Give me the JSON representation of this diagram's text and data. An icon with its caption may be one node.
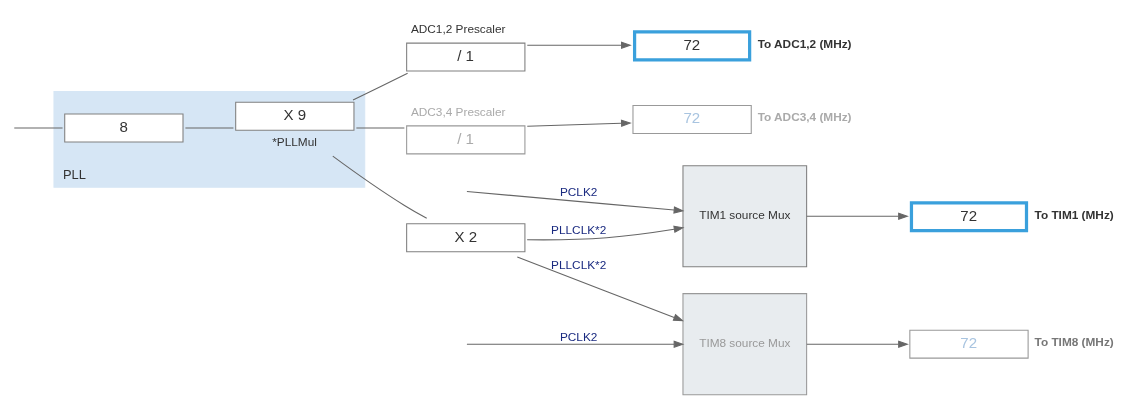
{
  "diagram": {
    "nodes": [
      {
        "text": [
          "PLL"
        ]
      },
      {
        "text": [
          "8"
        ],
        "in": 0
      },
      {
        "text": [
          "X 9"
        ],
        "in": 0,
        "beside": [
          "*PLLMul"
        ]
      },
      {
        "text": [
          "ADC1,2 Prescaler",
          "/ 1"
        ]
      },
      {
        "text": [
          "72"
        ],
        "beside": [
          "To ADC1,2 (MHz)"
        ]
      },
      {
        "text": [
          "ADC3,4 Prescaler",
          "/ 1"
        ]
      },
      {
        "text": [
          "72"
        ],
        "beside": [
          "To ADC3,4 (MHz)"
        ]
      },
      {
        "text": [
          "X 2"
        ]
      },
      {
        "text": [
          "TIM1 source Mux"
        ]
      },
      {
        "text": [
          "72"
        ],
        "beside": [
          "To TIM1 (MHz)"
        ]
      },
      {
        "text": [
          "TIM8 source Mux"
        ]
      },
      {
        "text": [
          "72"
        ],
        "beside": [
          "To TIM8 (MHz)"
        ]
      }
    ],
    "edges": [
      {
        "from": null,
        "to": 1,
        "arrow": "none"
      },
      {
        "from": 1,
        "to": 2,
        "arrow": "none"
      },
      {
        "from": 2,
        "to": 3,
        "arrow": "none"
      },
      {
        "from": 2,
        "to": 5,
        "arrow": "none"
      },
      {
        "from": 2,
        "to": 7,
        "arrow": "none"
      },
      {
        "from": 3,
        "to": 4,
        "arrow": "to"
      },
      {
        "from": 5,
        "to": 6,
        "arrow": "to"
      },
      {
        "from": 7,
        "to": 8,
        "arrow": "to",
        "label": "PLLCLK*2"
      },
      {
        "from": null,
        "to": 8,
        "arrow": "to",
        "label": "PCLK2"
      },
      {
        "from": 8,
        "to": 9,
        "arrow": "to"
      },
      {
        "from": 7,
        "to": 10,
        "arrow": "to",
        "label": "PLLCLK*2"
      },
      {
        "from": null,
        "to": 10,
        "arrow": "to",
        "label": "PCLK2"
      },
      {
        "from": 10,
        "to": 11,
        "arrow": "to"
      }
    ]
  }
}
